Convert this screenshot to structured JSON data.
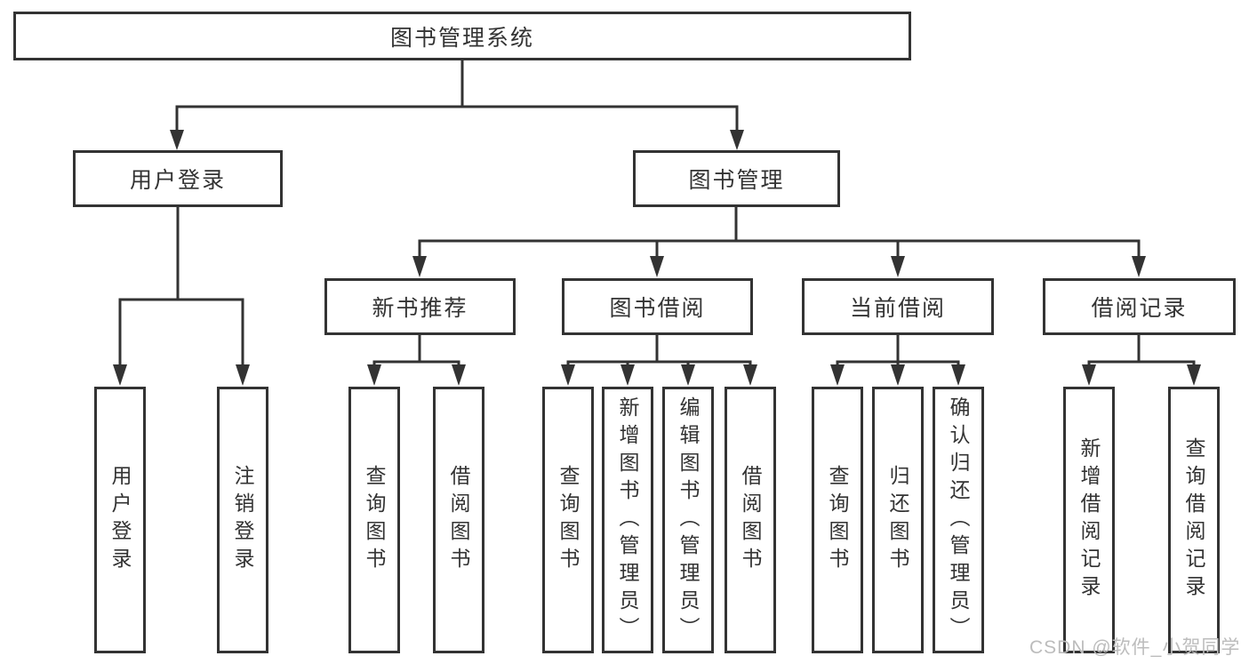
{
  "colors": {
    "line": "#333333",
    "text": "#333333",
    "watermark": "#bcbcbc",
    "bg": "#ffffff"
  },
  "tree": {
    "root": "图书管理系统",
    "branches": [
      {
        "label": "用户登录",
        "children": [
          {
            "label": "用户登录"
          },
          {
            "label": "注销登录"
          }
        ]
      },
      {
        "label": "图书管理",
        "children": [
          {
            "label": "新书推荐",
            "children": [
              {
                "label": "查询图书"
              },
              {
                "label": "借阅图书"
              }
            ]
          },
          {
            "label": "图书借阅",
            "children": [
              {
                "label": "查询图书"
              },
              {
                "label": "新增图书（管理员）"
              },
              {
                "label": "编辑图书（管理员）"
              },
              {
                "label": "借阅图书"
              }
            ]
          },
          {
            "label": "当前借阅",
            "children": [
              {
                "label": "查询图书"
              },
              {
                "label": "归还图书"
              },
              {
                "label": "确认归还（管理员）"
              }
            ]
          },
          {
            "label": "借阅记录",
            "children": [
              {
                "label": "新增借阅记录"
              },
              {
                "label": "查询借阅记录"
              }
            ]
          }
        ]
      }
    ]
  },
  "watermark": {
    "text": "CSDN @软件_小贺同学"
  }
}
